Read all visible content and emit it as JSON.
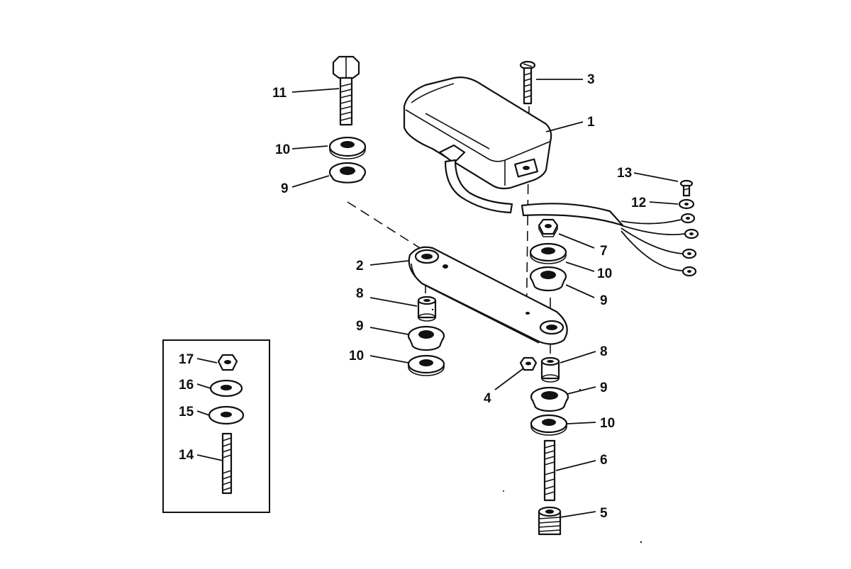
{
  "labels": {
    "l1": "1",
    "l2": "2",
    "l3": "3",
    "l4": "4",
    "l5": "5",
    "l6": "6",
    "l7": "7",
    "l8a": "8",
    "l8b": "8",
    "l9a": "9",
    "l9b": "9",
    "l9c": "9",
    "l9d": "9",
    "l10a": "10",
    "l10b": "10",
    "l10c": "10",
    "l10d": "10",
    "l11": "11",
    "l12": "12",
    "l13": "13",
    "l14": "14",
    "l15": "15",
    "l16": "16",
    "l17": "17"
  }
}
